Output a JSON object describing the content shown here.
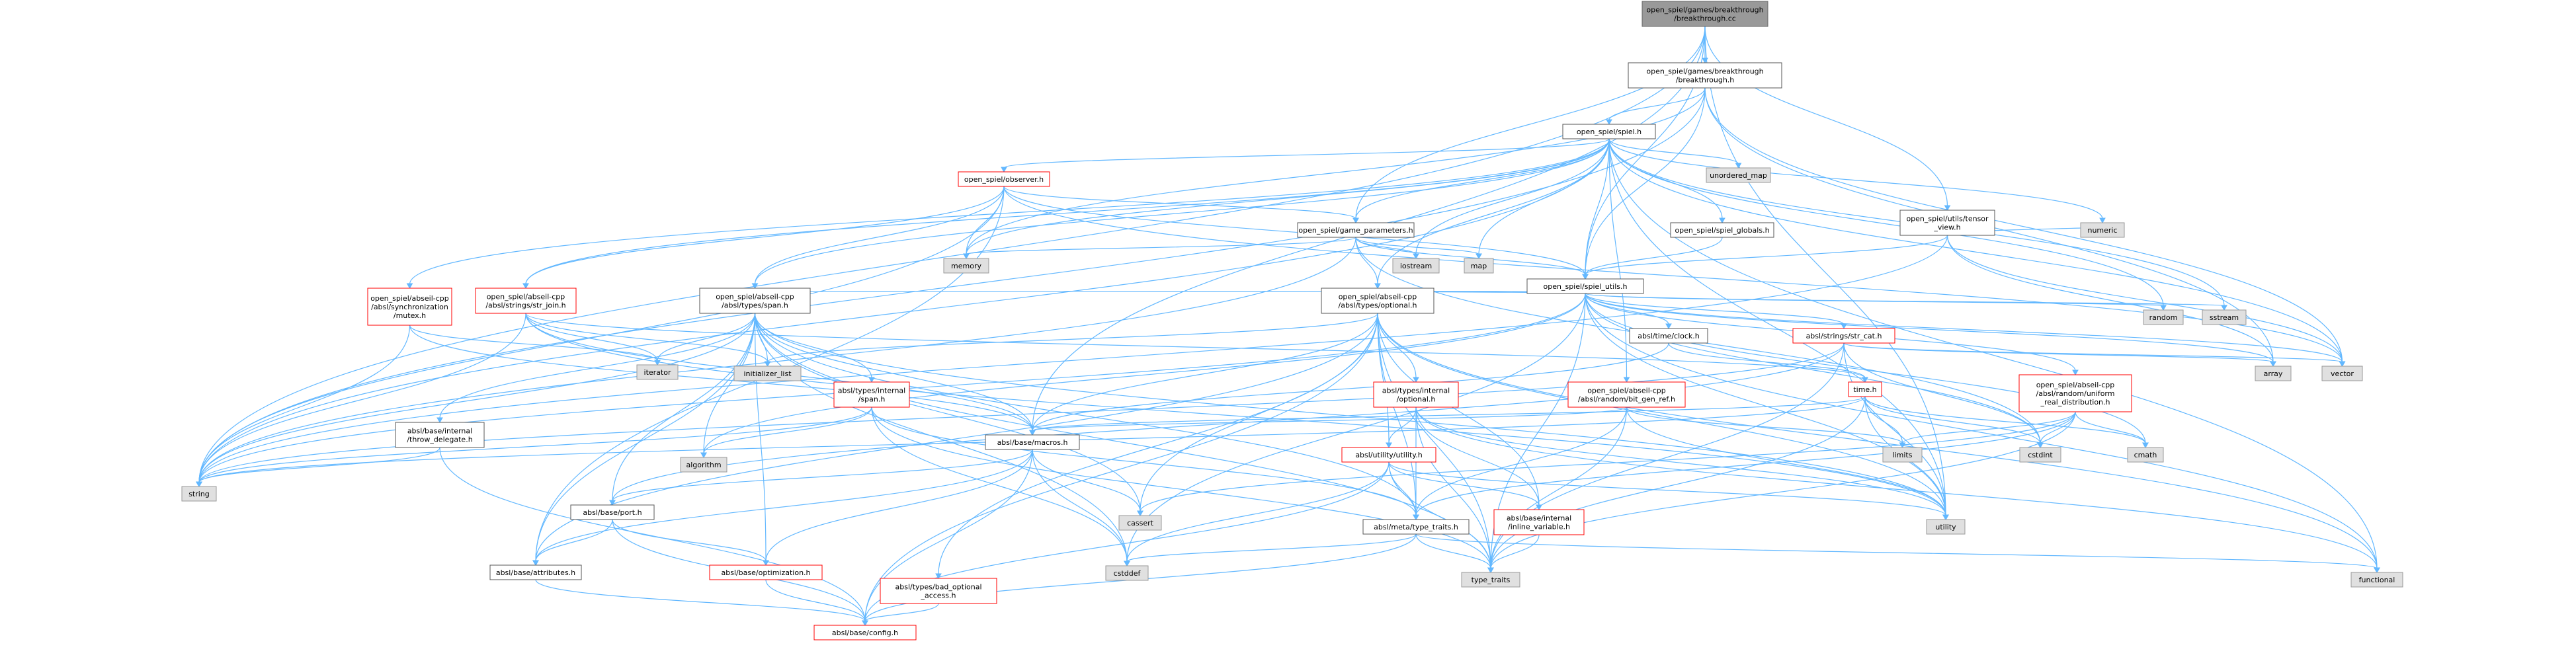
{
  "graph": {
    "nodes": [
      {
        "id": "root",
        "type": "root",
        "lines": [
          "open_spiel/games/breakthrough",
          "/breakthrough.cc"
        ]
      },
      {
        "id": "bt_h",
        "type": "file",
        "lines": [
          "open_spiel/games/breakthrough",
          "/breakthrough.h"
        ]
      },
      {
        "id": "spiel_h",
        "type": "file",
        "lines": [
          "open_spiel/spiel.h"
        ]
      },
      {
        "id": "observer",
        "type": "trunc",
        "lines": [
          "open_spiel/observer.h"
        ]
      },
      {
        "id": "unordered_map",
        "type": "sys",
        "lines": [
          "unordered_map"
        ]
      },
      {
        "id": "tensor_view",
        "type": "file",
        "lines": [
          "open_spiel/utils/tensor",
          "_view.h"
        ]
      },
      {
        "id": "spiel_globals",
        "type": "file",
        "lines": [
          "open_spiel/spiel_globals.h"
        ]
      },
      {
        "id": "game_params",
        "type": "file",
        "lines": [
          "open_spiel/game_parameters.h"
        ]
      },
      {
        "id": "numeric",
        "type": "sys",
        "lines": [
          "numeric"
        ]
      },
      {
        "id": "memory",
        "type": "sys",
        "lines": [
          "memory"
        ]
      },
      {
        "id": "iostream",
        "type": "sys",
        "lines": [
          "iostream"
        ]
      },
      {
        "id": "map",
        "type": "sys",
        "lines": [
          "map"
        ]
      },
      {
        "id": "spiel_utils",
        "type": "file",
        "lines": [
          "open_spiel/spiel_utils.h"
        ]
      },
      {
        "id": "random",
        "type": "sys",
        "lines": [
          "random"
        ]
      },
      {
        "id": "sstream",
        "type": "sys",
        "lines": [
          "sstream"
        ]
      },
      {
        "id": "mutex",
        "type": "trunc",
        "lines": [
          "open_spiel/abseil-cpp",
          "/absl/synchronization",
          "/mutex.h"
        ]
      },
      {
        "id": "str_join",
        "type": "trunc",
        "lines": [
          "open_spiel/abseil-cpp",
          "/absl/strings/str_join.h"
        ]
      },
      {
        "id": "span_h",
        "type": "file",
        "lines": [
          "open_spiel/abseil-cpp",
          "/absl/types/span.h"
        ]
      },
      {
        "id": "optional_h",
        "type": "file",
        "lines": [
          "open_spiel/abseil-cpp",
          "/absl/types/optional.h"
        ]
      },
      {
        "id": "clock_h",
        "type": "file",
        "lines": [
          "absl/time/clock.h"
        ]
      },
      {
        "id": "str_cat",
        "type": "trunc",
        "lines": [
          "absl/strings/str_cat.h"
        ]
      },
      {
        "id": "iterator",
        "type": "sys",
        "lines": [
          "iterator"
        ]
      },
      {
        "id": "init_list",
        "type": "sys",
        "lines": [
          "initializer_list"
        ]
      },
      {
        "id": "internal_span",
        "type": "trunc",
        "lines": [
          "absl/types/internal",
          "/span.h"
        ]
      },
      {
        "id": "internal_optional",
        "type": "trunc",
        "lines": [
          "absl/types/internal",
          "/optional.h"
        ]
      },
      {
        "id": "bit_gen_ref",
        "type": "trunc",
        "lines": [
          "open_spiel/abseil-cpp",
          "/absl/random/bit_gen_ref.h"
        ]
      },
      {
        "id": "time_h",
        "type": "trunc",
        "lines": [
          "time.h"
        ]
      },
      {
        "id": "uniform_real",
        "type": "trunc",
        "lines": [
          "open_spiel/abseil-cpp",
          "/absl/random/uniform",
          "_real_distribution.h"
        ]
      },
      {
        "id": "array",
        "type": "sys",
        "lines": [
          "array"
        ]
      },
      {
        "id": "vector",
        "type": "sys",
        "lines": [
          "vector"
        ]
      },
      {
        "id": "throw_delegate",
        "type": "file",
        "lines": [
          "absl/base/internal",
          "/throw_delegate.h"
        ]
      },
      {
        "id": "algorithm",
        "type": "sys",
        "lines": [
          "algorithm"
        ]
      },
      {
        "id": "macros_h",
        "type": "file",
        "lines": [
          "absl/base/macros.h"
        ]
      },
      {
        "id": "utility_h",
        "type": "trunc",
        "lines": [
          "absl/utility/utility.h"
        ]
      },
      {
        "id": "limits",
        "type": "sys",
        "lines": [
          "limits"
        ]
      },
      {
        "id": "cstdint",
        "type": "sys",
        "lines": [
          "cstdint"
        ]
      },
      {
        "id": "cmath",
        "type": "sys",
        "lines": [
          "cmath"
        ]
      },
      {
        "id": "string",
        "type": "sys",
        "lines": [
          "string"
        ]
      },
      {
        "id": "port_h",
        "type": "file",
        "lines": [
          "absl/base/port.h"
        ]
      },
      {
        "id": "cassert",
        "type": "sys",
        "lines": [
          "cassert"
        ]
      },
      {
        "id": "type_traits_h",
        "type": "file",
        "lines": [
          "absl/meta/type_traits.h"
        ]
      },
      {
        "id": "inline_var",
        "type": "trunc",
        "lines": [
          "absl/base/internal",
          "/inline_variable.h"
        ]
      },
      {
        "id": "utility",
        "type": "sys",
        "lines": [
          "utility"
        ]
      },
      {
        "id": "attributes",
        "type": "file",
        "lines": [
          "absl/base/attributes.h"
        ]
      },
      {
        "id": "optimization",
        "type": "trunc",
        "lines": [
          "absl/base/optimization.h"
        ]
      },
      {
        "id": "bad_optional",
        "type": "trunc",
        "lines": [
          "absl/types/bad_optional",
          "_access.h"
        ]
      },
      {
        "id": "cstddef",
        "type": "sys",
        "lines": [
          "cstddef"
        ]
      },
      {
        "id": "type_traits",
        "type": "sys",
        "lines": [
          "type_traits"
        ]
      },
      {
        "id": "functional",
        "type": "sys",
        "lines": [
          "functional"
        ]
      },
      {
        "id": "config_h",
        "type": "trunc",
        "lines": [
          "absl/base/config.h"
        ]
      }
    ],
    "edges": [
      [
        "root",
        "bt_h"
      ],
      [
        "root",
        "game_params"
      ],
      [
        "root",
        "spiel_utils"
      ],
      [
        "root",
        "tensor_view"
      ],
      [
        "root",
        "string"
      ],
      [
        "root",
        "macros_h"
      ],
      [
        "root",
        "utility"
      ],
      [
        "bt_h",
        "spiel_h"
      ],
      [
        "bt_h",
        "spiel_utils"
      ],
      [
        "bt_h",
        "memory"
      ],
      [
        "bt_h",
        "string"
      ],
      [
        "bt_h",
        "vector"
      ],
      [
        "bt_h",
        "array"
      ],
      [
        "spiel_h",
        "observer"
      ],
      [
        "spiel_h",
        "unordered_map"
      ],
      [
        "spiel_h",
        "game_params"
      ],
      [
        "spiel_h",
        "spiel_globals"
      ],
      [
        "spiel_h",
        "spiel_utils"
      ],
      [
        "spiel_h",
        "memory"
      ],
      [
        "spiel_h",
        "iostream"
      ],
      [
        "spiel_h",
        "map"
      ],
      [
        "spiel_h",
        "random"
      ],
      [
        "spiel_h",
        "sstream"
      ],
      [
        "spiel_h",
        "numeric"
      ],
      [
        "spiel_h",
        "mutex"
      ],
      [
        "spiel_h",
        "str_join"
      ],
      [
        "spiel_h",
        "span_h"
      ],
      [
        "spiel_h",
        "optional_h"
      ],
      [
        "spiel_h",
        "bit_gen_ref"
      ],
      [
        "spiel_h",
        "functional"
      ],
      [
        "spiel_h",
        "string"
      ],
      [
        "spiel_h",
        "vector"
      ],
      [
        "spiel_h",
        "utility"
      ],
      [
        "observer",
        "game_params"
      ],
      [
        "observer",
        "spiel_utils"
      ],
      [
        "observer",
        "memory"
      ],
      [
        "observer",
        "string"
      ],
      [
        "observer",
        "span_h"
      ],
      [
        "observer",
        "str_join"
      ],
      [
        "observer",
        "vector"
      ],
      [
        "observer",
        "attributes"
      ],
      [
        "tensor_view",
        "spiel_utils"
      ],
      [
        "tensor_view",
        "numeric"
      ],
      [
        "tensor_view",
        "vector"
      ],
      [
        "tensor_view",
        "string"
      ],
      [
        "tensor_view",
        "array"
      ],
      [
        "spiel_globals",
        "spiel_utils"
      ],
      [
        "game_params",
        "spiel_utils"
      ],
      [
        "game_params",
        "memory"
      ],
      [
        "game_params",
        "iostream"
      ],
      [
        "game_params",
        "map"
      ],
      [
        "game_params",
        "optional_h"
      ],
      [
        "game_params",
        "string"
      ],
      [
        "game_params",
        "cstdint"
      ],
      [
        "spiel_utils",
        "optional_h"
      ],
      [
        "spiel_utils",
        "span_h"
      ],
      [
        "spiel_utils",
        "clock_h"
      ],
      [
        "spiel_utils",
        "str_cat"
      ],
      [
        "spiel_utils",
        "uniform_real"
      ],
      [
        "spiel_utils",
        "random"
      ],
      [
        "spiel_utils",
        "sstream"
      ],
      [
        "spiel_utils",
        "string"
      ],
      [
        "spiel_utils",
        "vector"
      ],
      [
        "spiel_utils",
        "cstdint"
      ],
      [
        "spiel_utils",
        "cmath"
      ],
      [
        "spiel_utils",
        "functional"
      ],
      [
        "spiel_utils",
        "type_traits"
      ],
      [
        "spiel_utils",
        "utility"
      ],
      [
        "spiel_utils",
        "algorithm"
      ],
      [
        "spiel_utils",
        "array"
      ],
      [
        "spiel_utils",
        "cstddef"
      ],
      [
        "mutex",
        "iterator"
      ],
      [
        "mutex",
        "string"
      ],
      [
        "mutex",
        "macros_h"
      ],
      [
        "str_join",
        "iterator"
      ],
      [
        "str_join",
        "init_list"
      ],
      [
        "str_join",
        "string"
      ],
      [
        "str_join",
        "utility"
      ],
      [
        "str_join",
        "macros_h"
      ],
      [
        "str_join",
        "time_h"
      ],
      [
        "span_h",
        "iterator"
      ],
      [
        "span_h",
        "init_list"
      ],
      [
        "span_h",
        "internal_span"
      ],
      [
        "span_h",
        "algorithm"
      ],
      [
        "span_h",
        "cassert"
      ],
      [
        "span_h",
        "cstddef"
      ],
      [
        "span_h",
        "string"
      ],
      [
        "span_h",
        "type_traits"
      ],
      [
        "span_h",
        "utility"
      ],
      [
        "span_h",
        "throw_delegate"
      ],
      [
        "span_h",
        "macros_h"
      ],
      [
        "span_h",
        "type_traits_h"
      ],
      [
        "span_h",
        "port_h"
      ],
      [
        "span_h",
        "attributes"
      ],
      [
        "span_h",
        "optimization"
      ],
      [
        "optional_h",
        "internal_optional"
      ],
      [
        "optional_h",
        "utility_h"
      ],
      [
        "optional_h",
        "bad_optional"
      ],
      [
        "optional_h",
        "macros_h"
      ],
      [
        "optional_h",
        "type_traits_h"
      ],
      [
        "optional_h",
        "init_list"
      ],
      [
        "optional_h",
        "cassert"
      ],
      [
        "optional_h",
        "functional"
      ],
      [
        "optional_h",
        "type_traits"
      ],
      [
        "optional_h",
        "utility"
      ],
      [
        "optional_h",
        "attributes"
      ],
      [
        "optional_h",
        "config_h"
      ],
      [
        "optional_h",
        "inline_var"
      ],
      [
        "clock_h",
        "time_h"
      ],
      [
        "clock_h",
        "macros_h"
      ],
      [
        "str_cat",
        "array"
      ],
      [
        "str_cat",
        "cstdint"
      ],
      [
        "str_cat",
        "string"
      ],
      [
        "str_cat",
        "type_traits"
      ],
      [
        "str_cat",
        "utility"
      ],
      [
        "str_cat",
        "vector"
      ],
      [
        "str_cat",
        "port_h"
      ],
      [
        "internal_span",
        "algorithm"
      ],
      [
        "internal_span",
        "cstddef"
      ],
      [
        "internal_span",
        "string"
      ],
      [
        "internal_span",
        "type_traits"
      ],
      [
        "internal_span",
        "type_traits_h"
      ],
      [
        "internal_optional",
        "functional"
      ],
      [
        "internal_optional",
        "type_traits"
      ],
      [
        "internal_optional",
        "utility"
      ],
      [
        "internal_optional",
        "type_traits_h"
      ],
      [
        "internal_optional",
        "inline_var"
      ],
      [
        "internal_optional",
        "utility_h"
      ],
      [
        "bit_gen_ref",
        "limits"
      ],
      [
        "bit_gen_ref",
        "type_traits"
      ],
      [
        "bit_gen_ref",
        "utility"
      ],
      [
        "bit_gen_ref",
        "type_traits_h"
      ],
      [
        "bit_gen_ref",
        "macros_h"
      ],
      [
        "time_h",
        "cmath"
      ],
      [
        "time_h",
        "cstdint"
      ],
      [
        "time_h",
        "limits"
      ],
      [
        "time_h",
        "string"
      ],
      [
        "time_h",
        "type_traits"
      ],
      [
        "time_h",
        "utility"
      ],
      [
        "time_h",
        "macros_h"
      ],
      [
        "uniform_real",
        "cassert"
      ],
      [
        "uniform_real",
        "cmath"
      ],
      [
        "uniform_real",
        "cstdint"
      ],
      [
        "uniform_real",
        "limits"
      ],
      [
        "uniform_real",
        "type_traits"
      ],
      [
        "uniform_real",
        "type_traits_h"
      ],
      [
        "throw_delegate",
        "string"
      ],
      [
        "throw_delegate",
        "config_h"
      ],
      [
        "macros_h",
        "cassert"
      ],
      [
        "macros_h",
        "cstddef"
      ],
      [
        "macros_h",
        "attributes"
      ],
      [
        "macros_h",
        "config_h"
      ],
      [
        "macros_h",
        "optimization"
      ],
      [
        "macros_h",
        "port_h"
      ],
      [
        "utility_h",
        "cstddef"
      ],
      [
        "utility_h",
        "tuple_fallback"
      ],
      [
        "utility_h",
        "type_traits"
      ],
      [
        "utility_h",
        "utility"
      ],
      [
        "utility_h",
        "inline_var"
      ],
      [
        "utility_h",
        "type_traits_h"
      ],
      [
        "utility_h",
        "config_h"
      ],
      [
        "port_h",
        "attributes"
      ],
      [
        "port_h",
        "config_h"
      ],
      [
        "port_h",
        "optimization"
      ],
      [
        "type_traits_h",
        "cstddef"
      ],
      [
        "type_traits_h",
        "functional"
      ],
      [
        "type_traits_h",
        "type_traits"
      ],
      [
        "type_traits_h",
        "config_h"
      ],
      [
        "inline_var",
        "type_traits"
      ],
      [
        "attributes",
        "config_h"
      ],
      [
        "optimization",
        "config_h"
      ],
      [
        "bad_optional",
        "config_h"
      ]
    ]
  }
}
